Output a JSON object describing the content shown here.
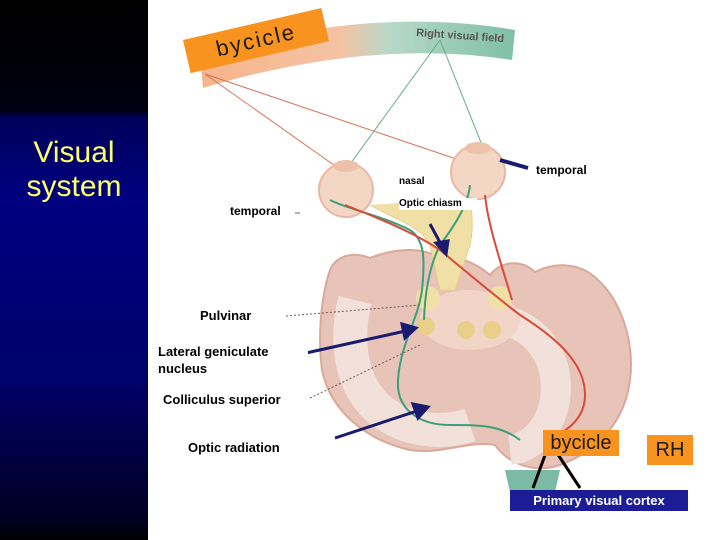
{
  "slide": {
    "title": "Visual system"
  },
  "diagram": {
    "field_label": "Right visual field",
    "bycicle_top": "bycicle",
    "bycicle_bottom": "bycicle",
    "hemisphere": "RH",
    "labels": {
      "temporal_left": "temporal",
      "temporal_right": "temporal",
      "nasal": "nasal",
      "optic_chiasm": "Optic chiasm",
      "pulvinar": "Pulvinar",
      "lateral_geniculate": "Lateral geniculate nucleus",
      "colliculus": "Colliculus superior",
      "optic_radiation": "Optic radiation",
      "visual_cortex": "Primary visual cortex"
    }
  },
  "colors": {
    "accent": "#f7931e",
    "title": "#ffff66",
    "panel_bg": "#000080",
    "green_path": "#3aa07a",
    "red_path": "#d94a3a"
  }
}
